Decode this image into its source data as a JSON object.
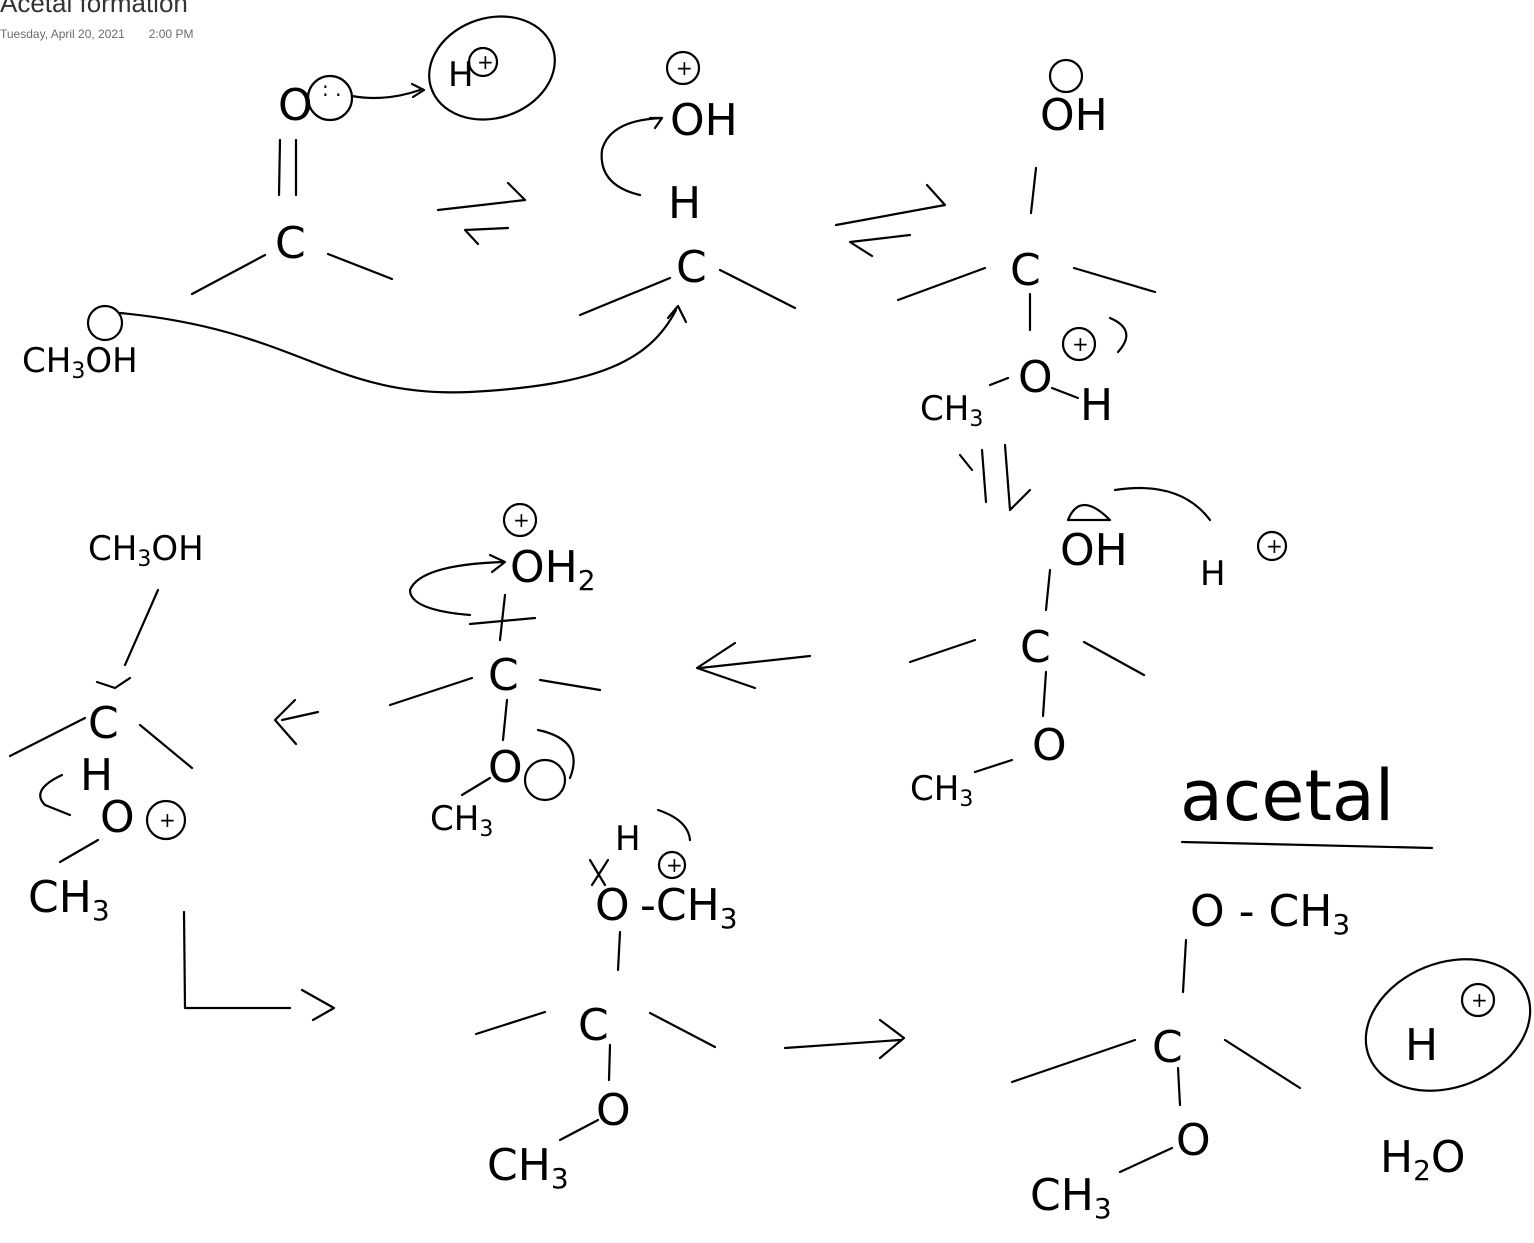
{
  "page": {
    "title": "Acetal formation",
    "date": "Tuesday, April 20, 2021",
    "time": "2:00 PM"
  },
  "labels": {
    "h_plus": "H",
    "plus": "+",
    "o": "O",
    "c": "C",
    "h": "H",
    "oh": "OH",
    "oh2": "OH2",
    "ch3": "CH3",
    "ch3oh": "CH3OH",
    "o_ch3": "O - CH3",
    "h2o": "H2O",
    "acetal": "acetal",
    "ch3_subscript": "3",
    "h2_subscript": "2"
  }
}
